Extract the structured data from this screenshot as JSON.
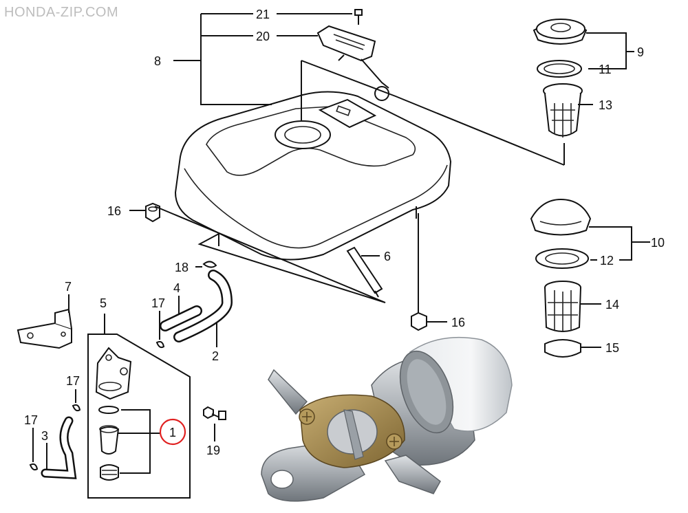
{
  "watermark": "HONDA-ZIP.COM",
  "callouts": {
    "p21": "21",
    "p20": "20",
    "p8": "8",
    "p9": "9",
    "p11": "11",
    "p13": "13",
    "p16a": "16",
    "p16b": "16",
    "p6": "6",
    "p18": "18",
    "p4": "4",
    "p7": "7",
    "p5": "5",
    "p17a": "17",
    "p17b": "17",
    "p17c": "17",
    "p2": "2",
    "p10": "10",
    "p12": "12",
    "p14": "14",
    "p15": "15",
    "p3": "3",
    "p1": "1",
    "p19": "19"
  },
  "highlight": {
    "part": "1",
    "color": "#e02020"
  },
  "colors": {
    "line": "#111111",
    "photo_metal": "#b9bdc2",
    "photo_brass": "#a88a4a"
  }
}
